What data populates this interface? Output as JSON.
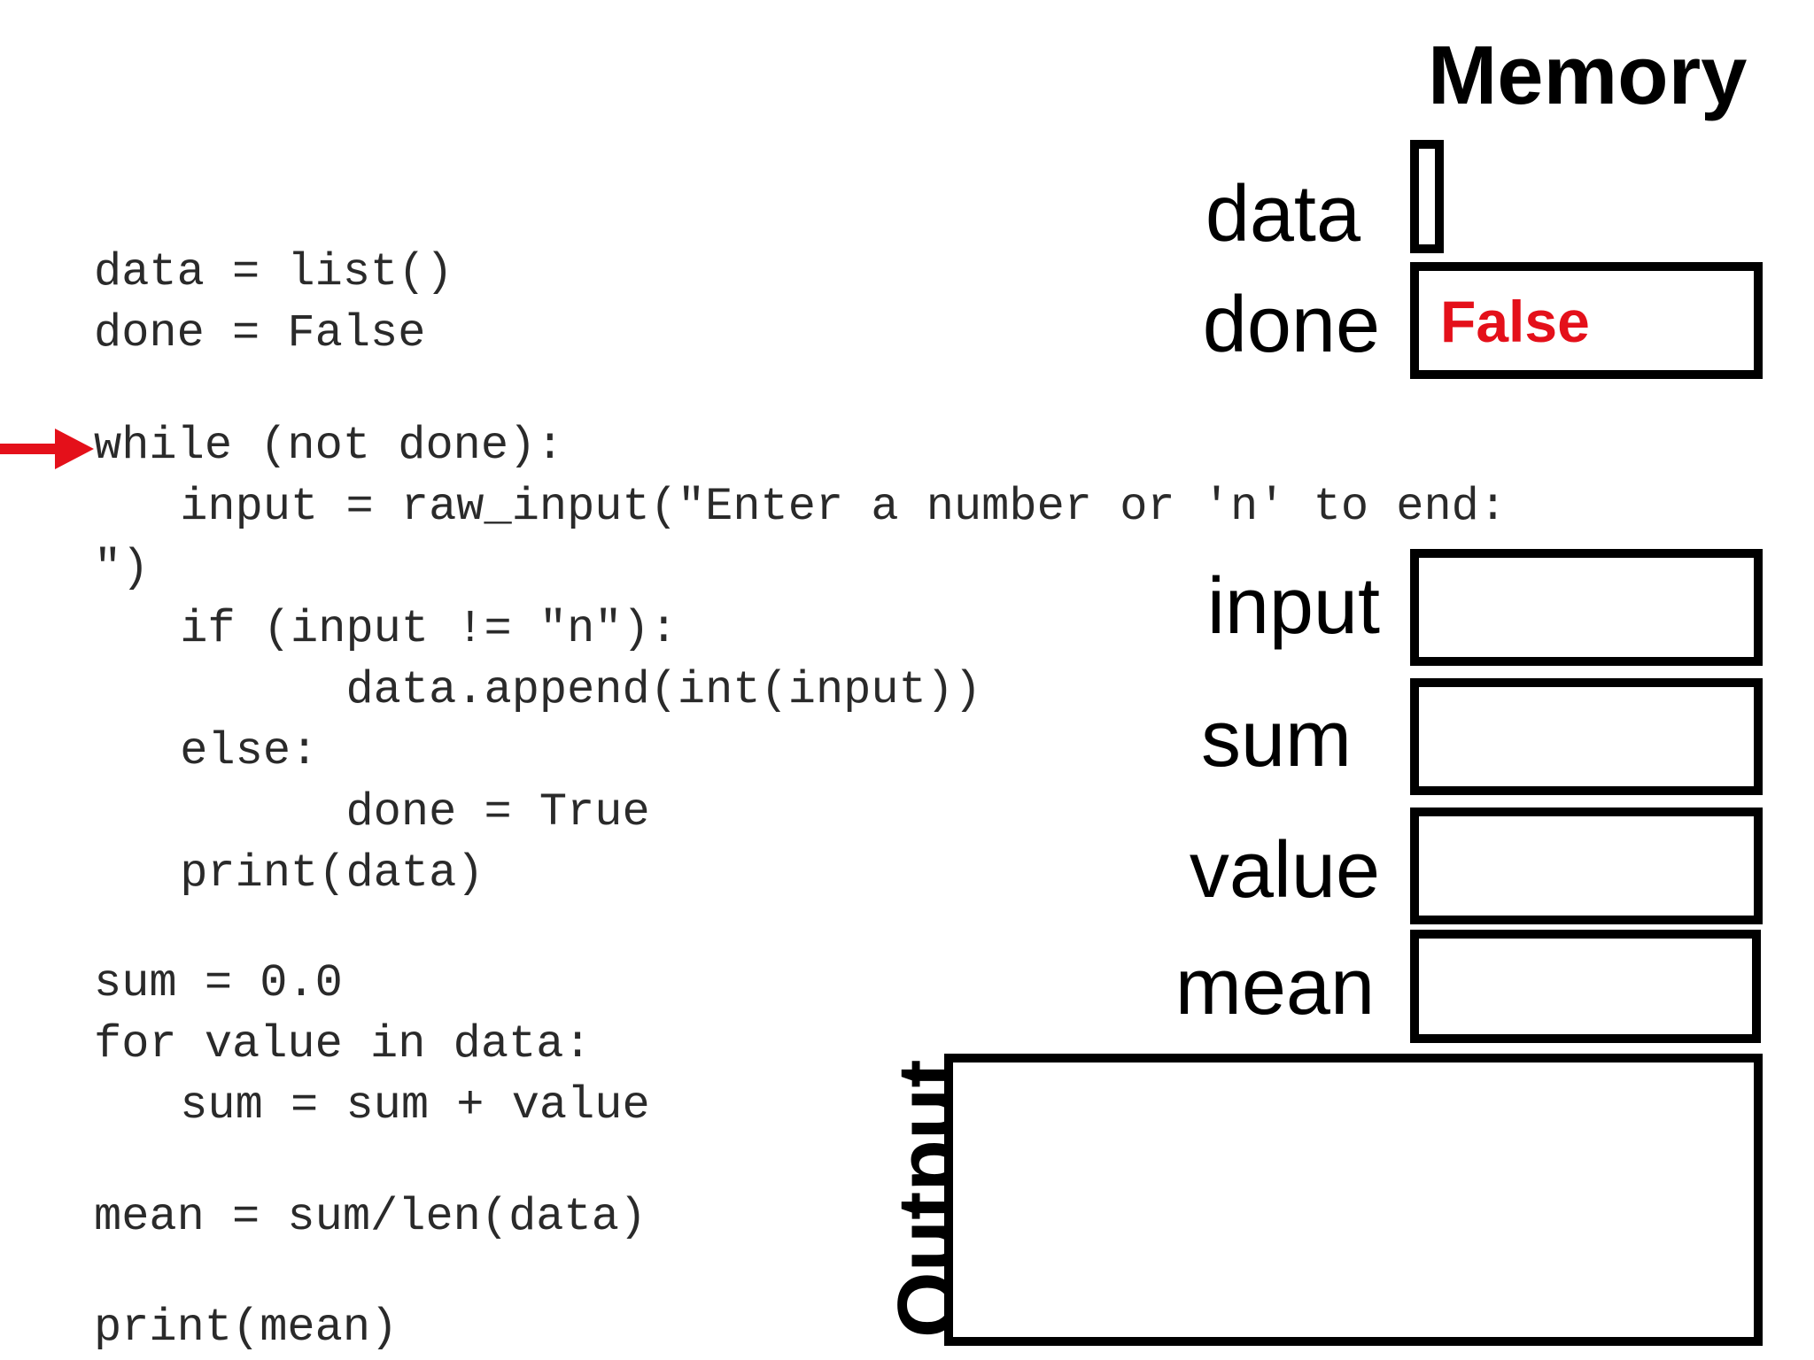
{
  "code": {
    "lines": [
      "data = list()",
      "done = False",
      "while (not done):",
      "      input = raw_input(\"Enter a number or 'n' to end:",
      "\")",
      "      if (input != \"n\"):",
      "            data.append(int(input))",
      "      else:",
      "            done = True",
      "      print(data)",
      "sum = 0.0",
      "for value in data:",
      "      sum = sum + value",
      "mean = sum/len(data)",
      "print(mean)"
    ],
    "current_line_pointer": "red-arrow"
  },
  "memory": {
    "title": "Memory",
    "variables": [
      {
        "name": "data",
        "value": ""
      },
      {
        "name": "done",
        "value": "False"
      },
      {
        "name": "input",
        "value": ""
      },
      {
        "name": "sum",
        "value": ""
      },
      {
        "name": "value",
        "value": ""
      },
      {
        "name": "mean",
        "value": ""
      }
    ],
    "value_color": "#e4101a"
  },
  "output": {
    "title": "Output",
    "content": ""
  },
  "colors": {
    "pointer": "#e4101a",
    "code_text": "#2a2a2a",
    "box_border": "#000000"
  }
}
